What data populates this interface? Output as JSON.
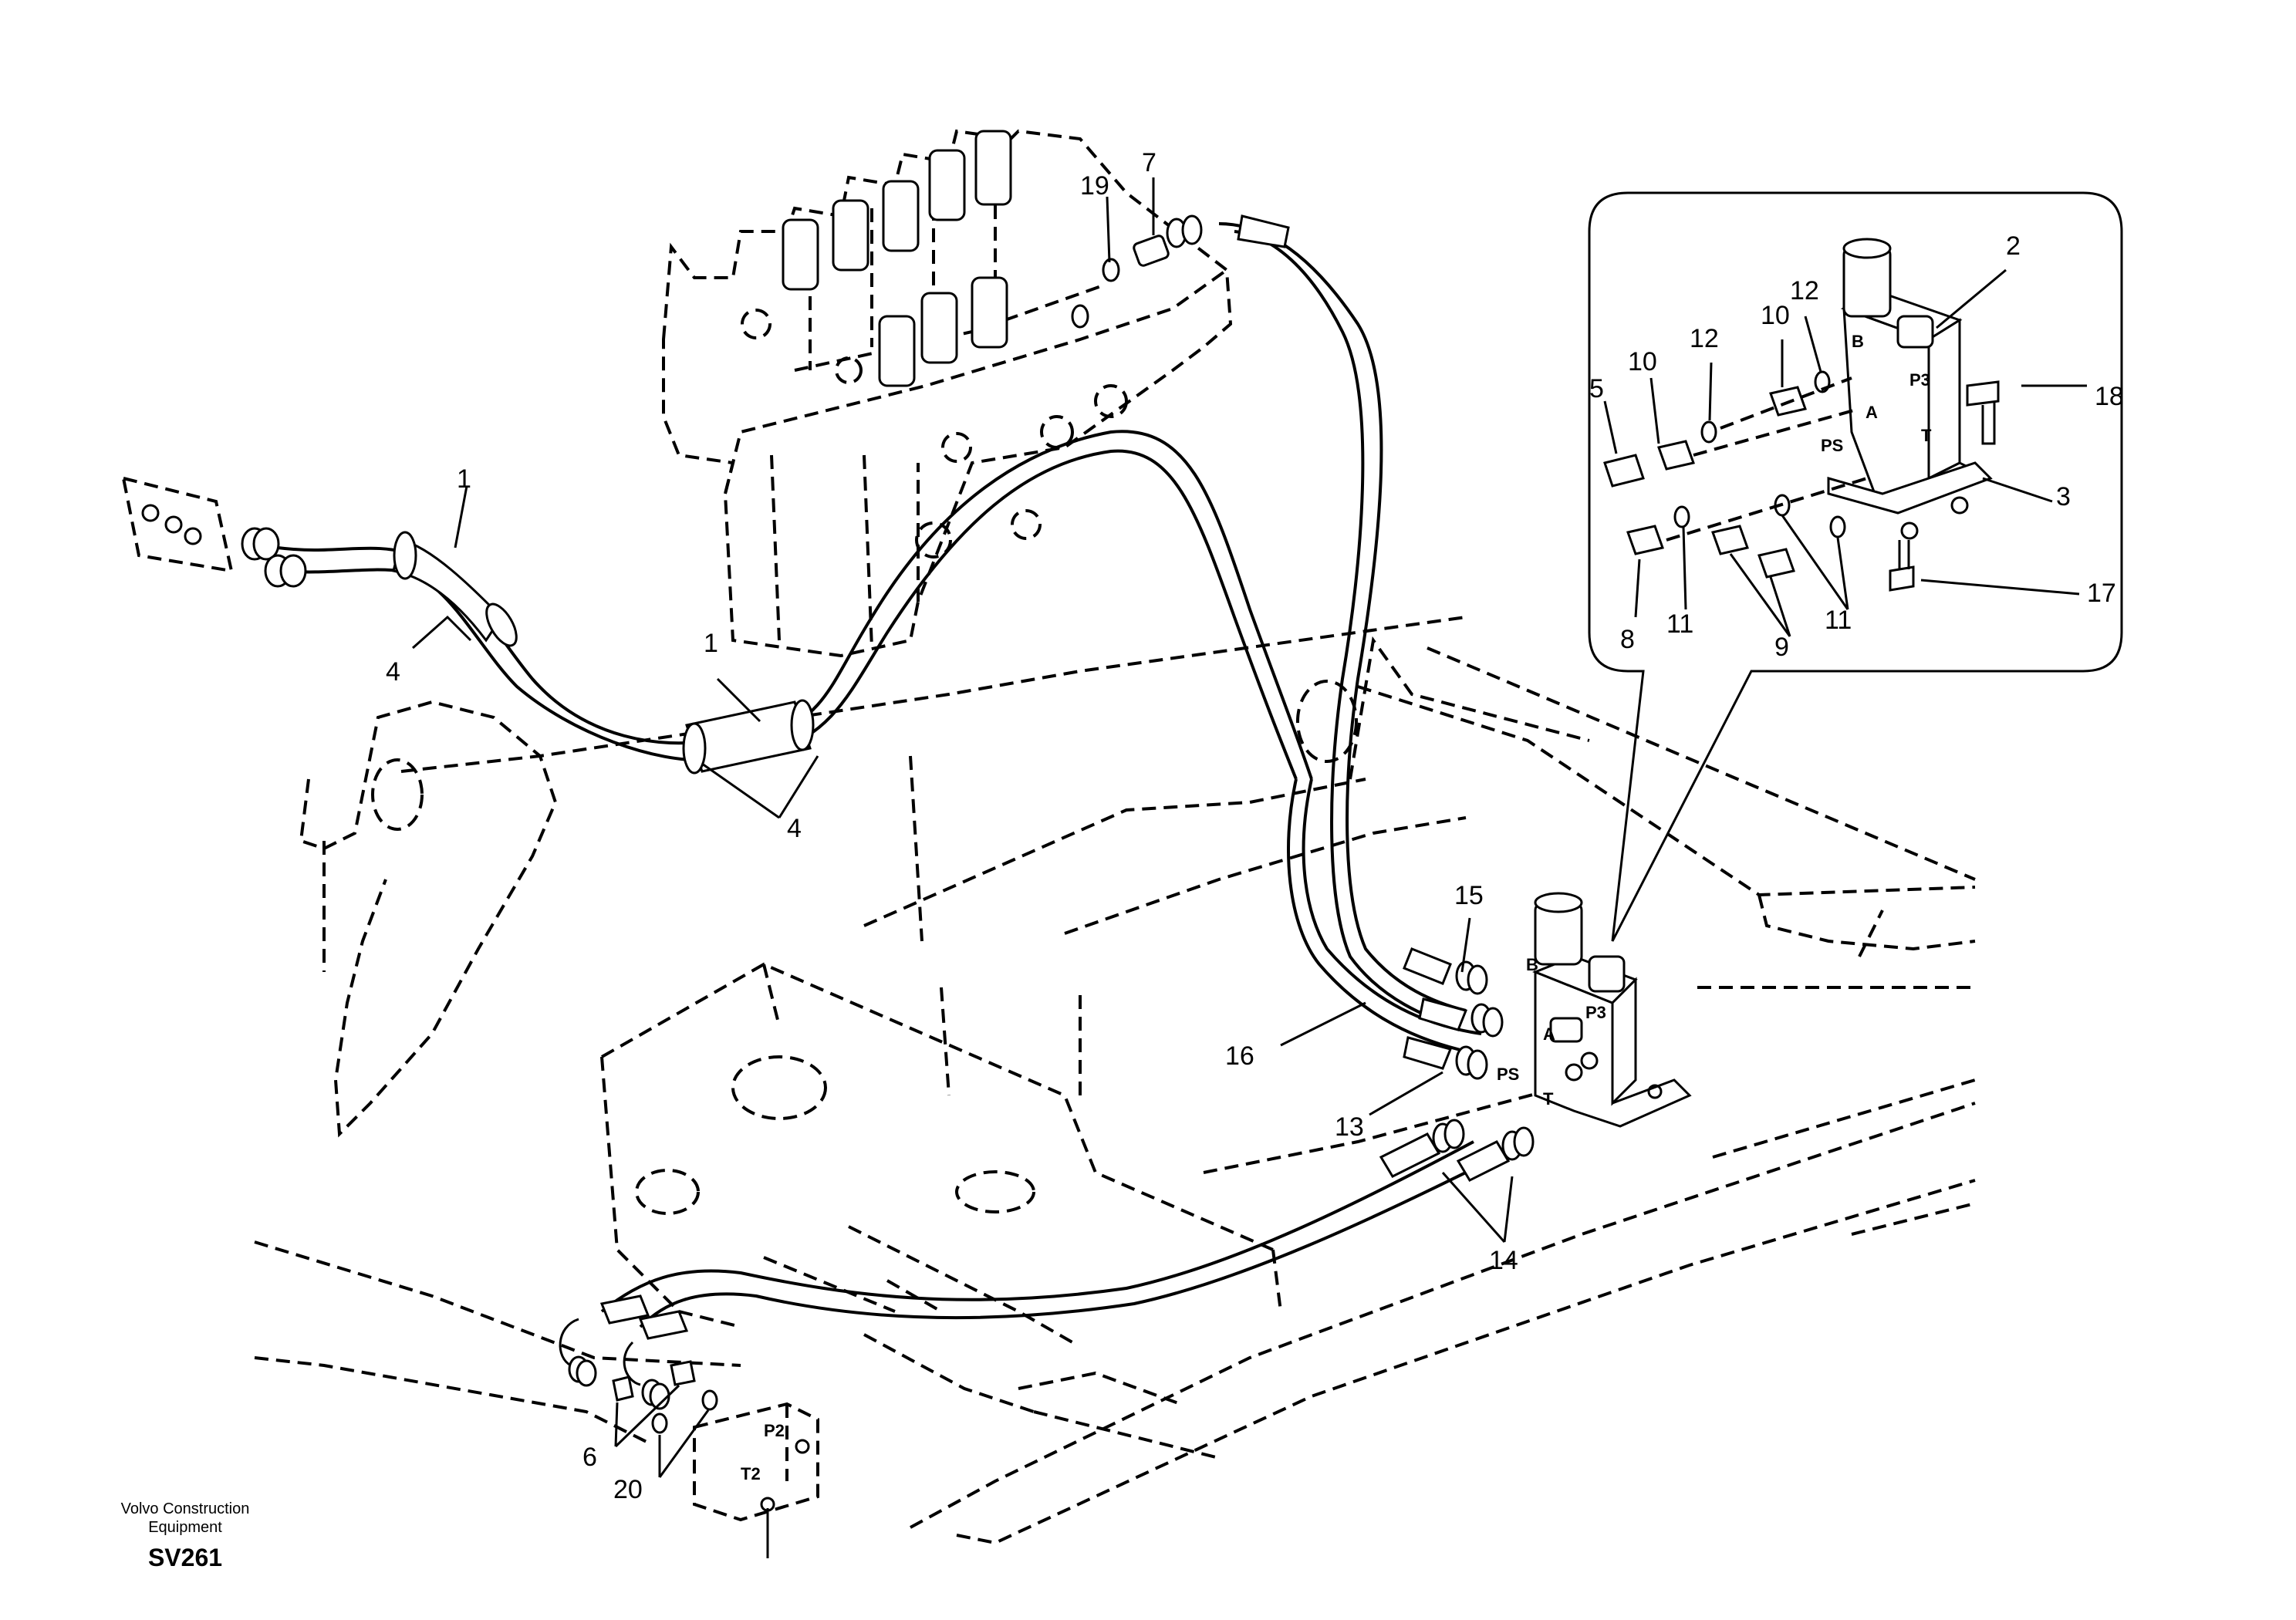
{
  "footer": {
    "company_line1": "Volvo Construction",
    "company_line2": "Equipment",
    "code": "SV261"
  },
  "callouts": [
    {
      "id": "c1a",
      "label": "1"
    },
    {
      "id": "c1b",
      "label": "1"
    },
    {
      "id": "c2",
      "label": "2"
    },
    {
      "id": "c3",
      "label": "3"
    },
    {
      "id": "c4a",
      "label": "4"
    },
    {
      "id": "c4b",
      "label": "4"
    },
    {
      "id": "c5",
      "label": "5"
    },
    {
      "id": "c6",
      "label": "6"
    },
    {
      "id": "c7",
      "label": "7"
    },
    {
      "id": "c8",
      "label": "8"
    },
    {
      "id": "c9",
      "label": "9"
    },
    {
      "id": "c10a",
      "label": "10"
    },
    {
      "id": "c10b",
      "label": "10"
    },
    {
      "id": "c11a",
      "label": "11"
    },
    {
      "id": "c11b",
      "label": "11"
    },
    {
      "id": "c12a",
      "label": "12"
    },
    {
      "id": "c12b",
      "label": "12"
    },
    {
      "id": "c13",
      "label": "13"
    },
    {
      "id": "c14",
      "label": "14"
    },
    {
      "id": "c15",
      "label": "15"
    },
    {
      "id": "c16",
      "label": "16"
    },
    {
      "id": "c17",
      "label": "17"
    },
    {
      "id": "c18",
      "label": "18"
    },
    {
      "id": "c19",
      "label": "19"
    },
    {
      "id": "c20",
      "label": "20"
    }
  ],
  "ports": [
    {
      "id": "p_b_detail",
      "label": "B"
    },
    {
      "id": "p_a_detail",
      "label": "A"
    },
    {
      "id": "p_p3_detail",
      "label": "P3"
    },
    {
      "id": "p_ps_detail",
      "label": "PS"
    },
    {
      "id": "p_t_detail",
      "label": "T"
    },
    {
      "id": "p_b_main",
      "label": "B"
    },
    {
      "id": "p_a_main",
      "label": "A"
    },
    {
      "id": "p_p3_main",
      "label": "P3"
    },
    {
      "id": "p_ps_main",
      "label": "PS"
    },
    {
      "id": "p_t_main",
      "label": "T"
    },
    {
      "id": "p_p2",
      "label": "P2"
    },
    {
      "id": "p_t2",
      "label": "T2"
    }
  ]
}
